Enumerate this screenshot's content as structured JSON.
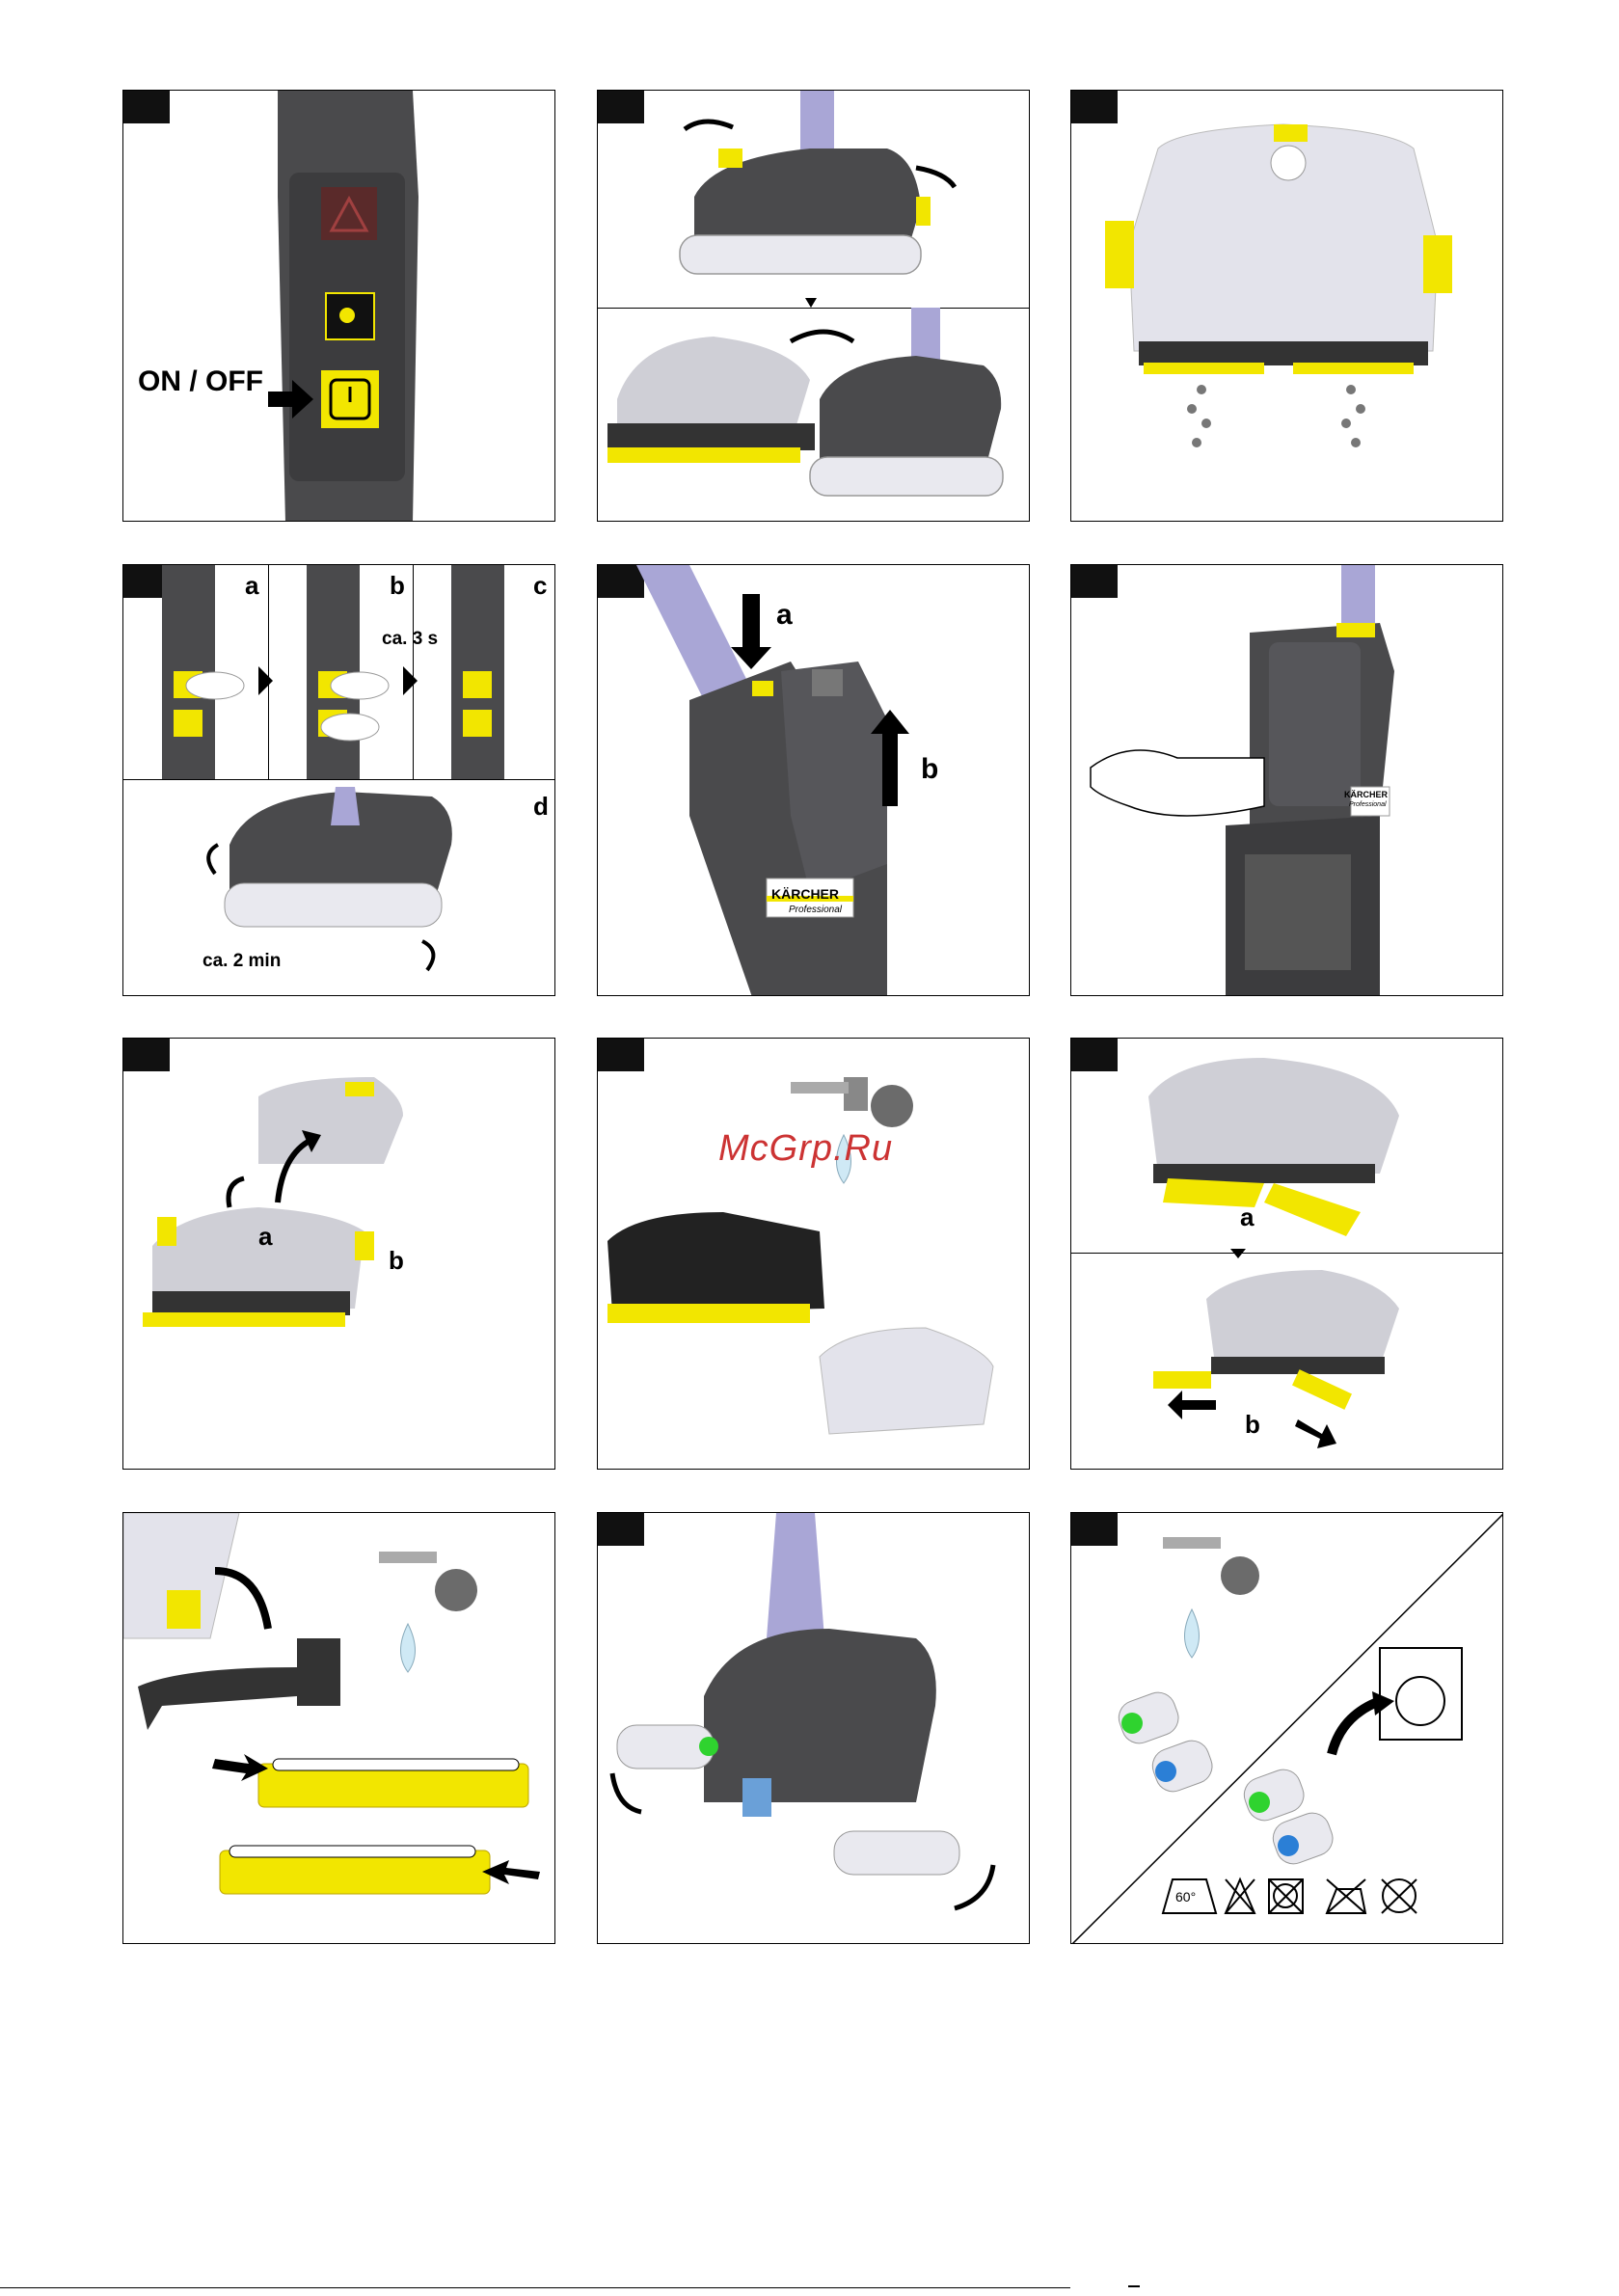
{
  "panel1": {
    "label": "ON / OFF"
  },
  "panel4": {
    "step_a": "a",
    "step_b": "b",
    "step_c": "c",
    "duration_press": "ca. 3 s",
    "step_d": "d",
    "duration_run": "ca. 2 min"
  },
  "panel5": {
    "step_a": "a",
    "step_b": "b",
    "brand": "KÄRCHER",
    "sub": "Professional"
  },
  "panel6": {
    "brand": "KÄRCHER",
    "sub": "Professional"
  },
  "panel7": {
    "step_a": "a",
    "step_b": "b"
  },
  "panel8": {
    "watermark": "McGrp.Ru"
  },
  "panel9": {
    "step_a": "a",
    "step_b": "b"
  },
  "panel12": {
    "wash_temp": "60°"
  },
  "colors": {
    "yellow": "#f2e600",
    "dark_grey": "#4a4a4c",
    "light_grey": "#d9d9dd",
    "lavender": "#a9a6d6",
    "green": "#2fd32f",
    "blue": "#2b7fd6"
  }
}
